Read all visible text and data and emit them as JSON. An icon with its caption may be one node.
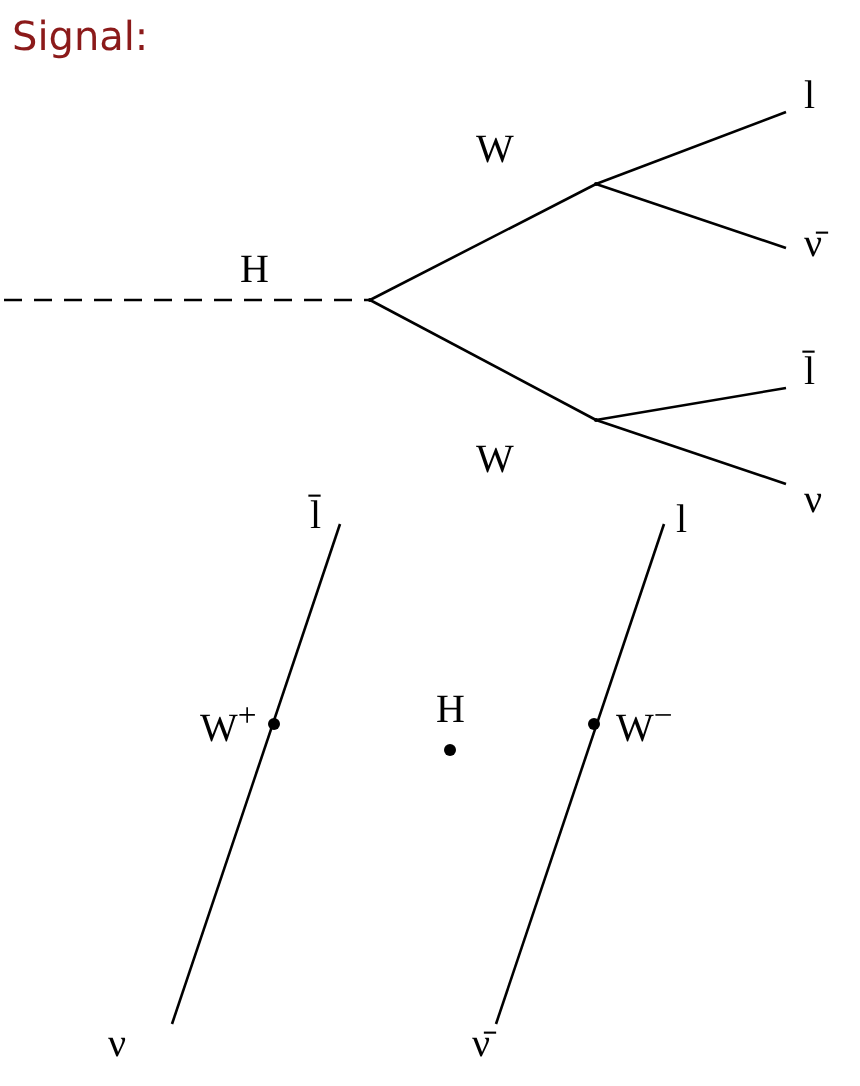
{
  "diagram": {
    "title": "Signal:",
    "nodes": [
      {
        "text": [],
        "shape": "point"
      },
      {
        "text": [],
        "shape": "point"
      },
      {
        "text": [],
        "shape": "point"
      },
      {
        "text": [],
        "shape": "point",
        "beside": [
          "W$^{+}$"
        ]
      },
      {
        "text": [],
        "shape": "point",
        "beside": [
          "H"
        ]
      },
      {
        "text": [],
        "shape": "point",
        "beside": [
          "W$^{−}$"
        ]
      }
    ],
    "edges": [
      {
        "from": null,
        "to": 0,
        "arrow": "none",
        "style": "dashed",
        "label": "H"
      },
      {
        "from": 0,
        "to": 1,
        "arrow": "none",
        "label": "W"
      },
      {
        "from": 0,
        "to": 2,
        "arrow": "none",
        "label": "W"
      },
      {
        "from": 1,
        "to": null,
        "arrow": "none",
        "label": "l"
      },
      {
        "from": 1,
        "to": null,
        "arrow": "none",
        "label": "ν̄"
      },
      {
        "from": 2,
        "to": null,
        "arrow": "none",
        "label": "l̄"
      },
      {
        "from": 2,
        "to": null,
        "arrow": "none",
        "label": "ν"
      }
    ],
    "labels": [
      "l̄",
      "l",
      "ν",
      "ν̄"
    ]
  }
}
